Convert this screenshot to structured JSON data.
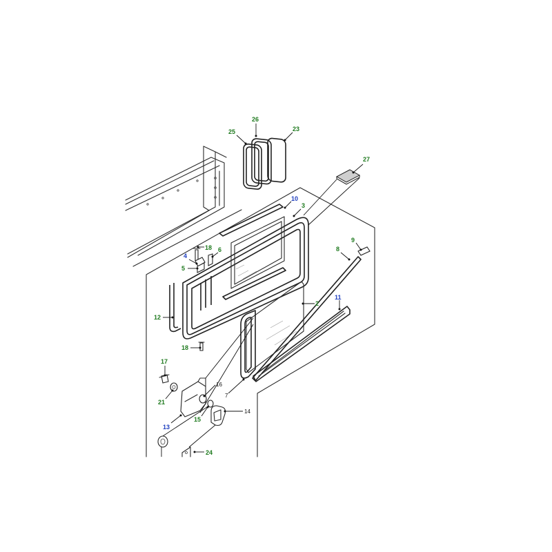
{
  "colors": {
    "label_green": "#1f7a1f",
    "label_blue": "#1f3fbf",
    "label_black": "#111111",
    "line": "#2a2a2a"
  },
  "callouts": [
    {
      "id": "26",
      "text": "26",
      "color": "green"
    },
    {
      "id": "25",
      "text": "25",
      "color": "green"
    },
    {
      "id": "23",
      "text": "23",
      "color": "green"
    },
    {
      "id": "27",
      "text": "27",
      "color": "green"
    },
    {
      "id": "10",
      "text": "10",
      "color": "blue"
    },
    {
      "id": "3",
      "text": "3",
      "color": "green"
    },
    {
      "id": "18a",
      "text": "18",
      "color": "green"
    },
    {
      "id": "6",
      "text": "6",
      "color": "green"
    },
    {
      "id": "4",
      "text": "4",
      "color": "blue"
    },
    {
      "id": "5",
      "text": "5",
      "color": "green"
    },
    {
      "id": "9",
      "text": "9",
      "color": "green"
    },
    {
      "id": "8",
      "text": "8",
      "color": "green"
    },
    {
      "id": "2",
      "text": "2",
      "color": "green"
    },
    {
      "id": "11",
      "text": "11",
      "color": "blue"
    },
    {
      "id": "12",
      "text": "12",
      "color": "green"
    },
    {
      "id": "18b",
      "text": "18",
      "color": "green"
    },
    {
      "id": "17",
      "text": "17",
      "color": "green"
    },
    {
      "id": "16",
      "text": "16",
      "color": "black"
    },
    {
      "id": "21",
      "text": "21",
      "color": "green"
    },
    {
      "id": "7",
      "text": "7",
      "color": "black"
    },
    {
      "id": "14",
      "text": "14",
      "color": "black"
    },
    {
      "id": "13",
      "text": "13",
      "color": "blue"
    },
    {
      "id": "15",
      "text": "15",
      "color": "green"
    },
    {
      "id": "24",
      "text": "24",
      "color": "green"
    }
  ]
}
